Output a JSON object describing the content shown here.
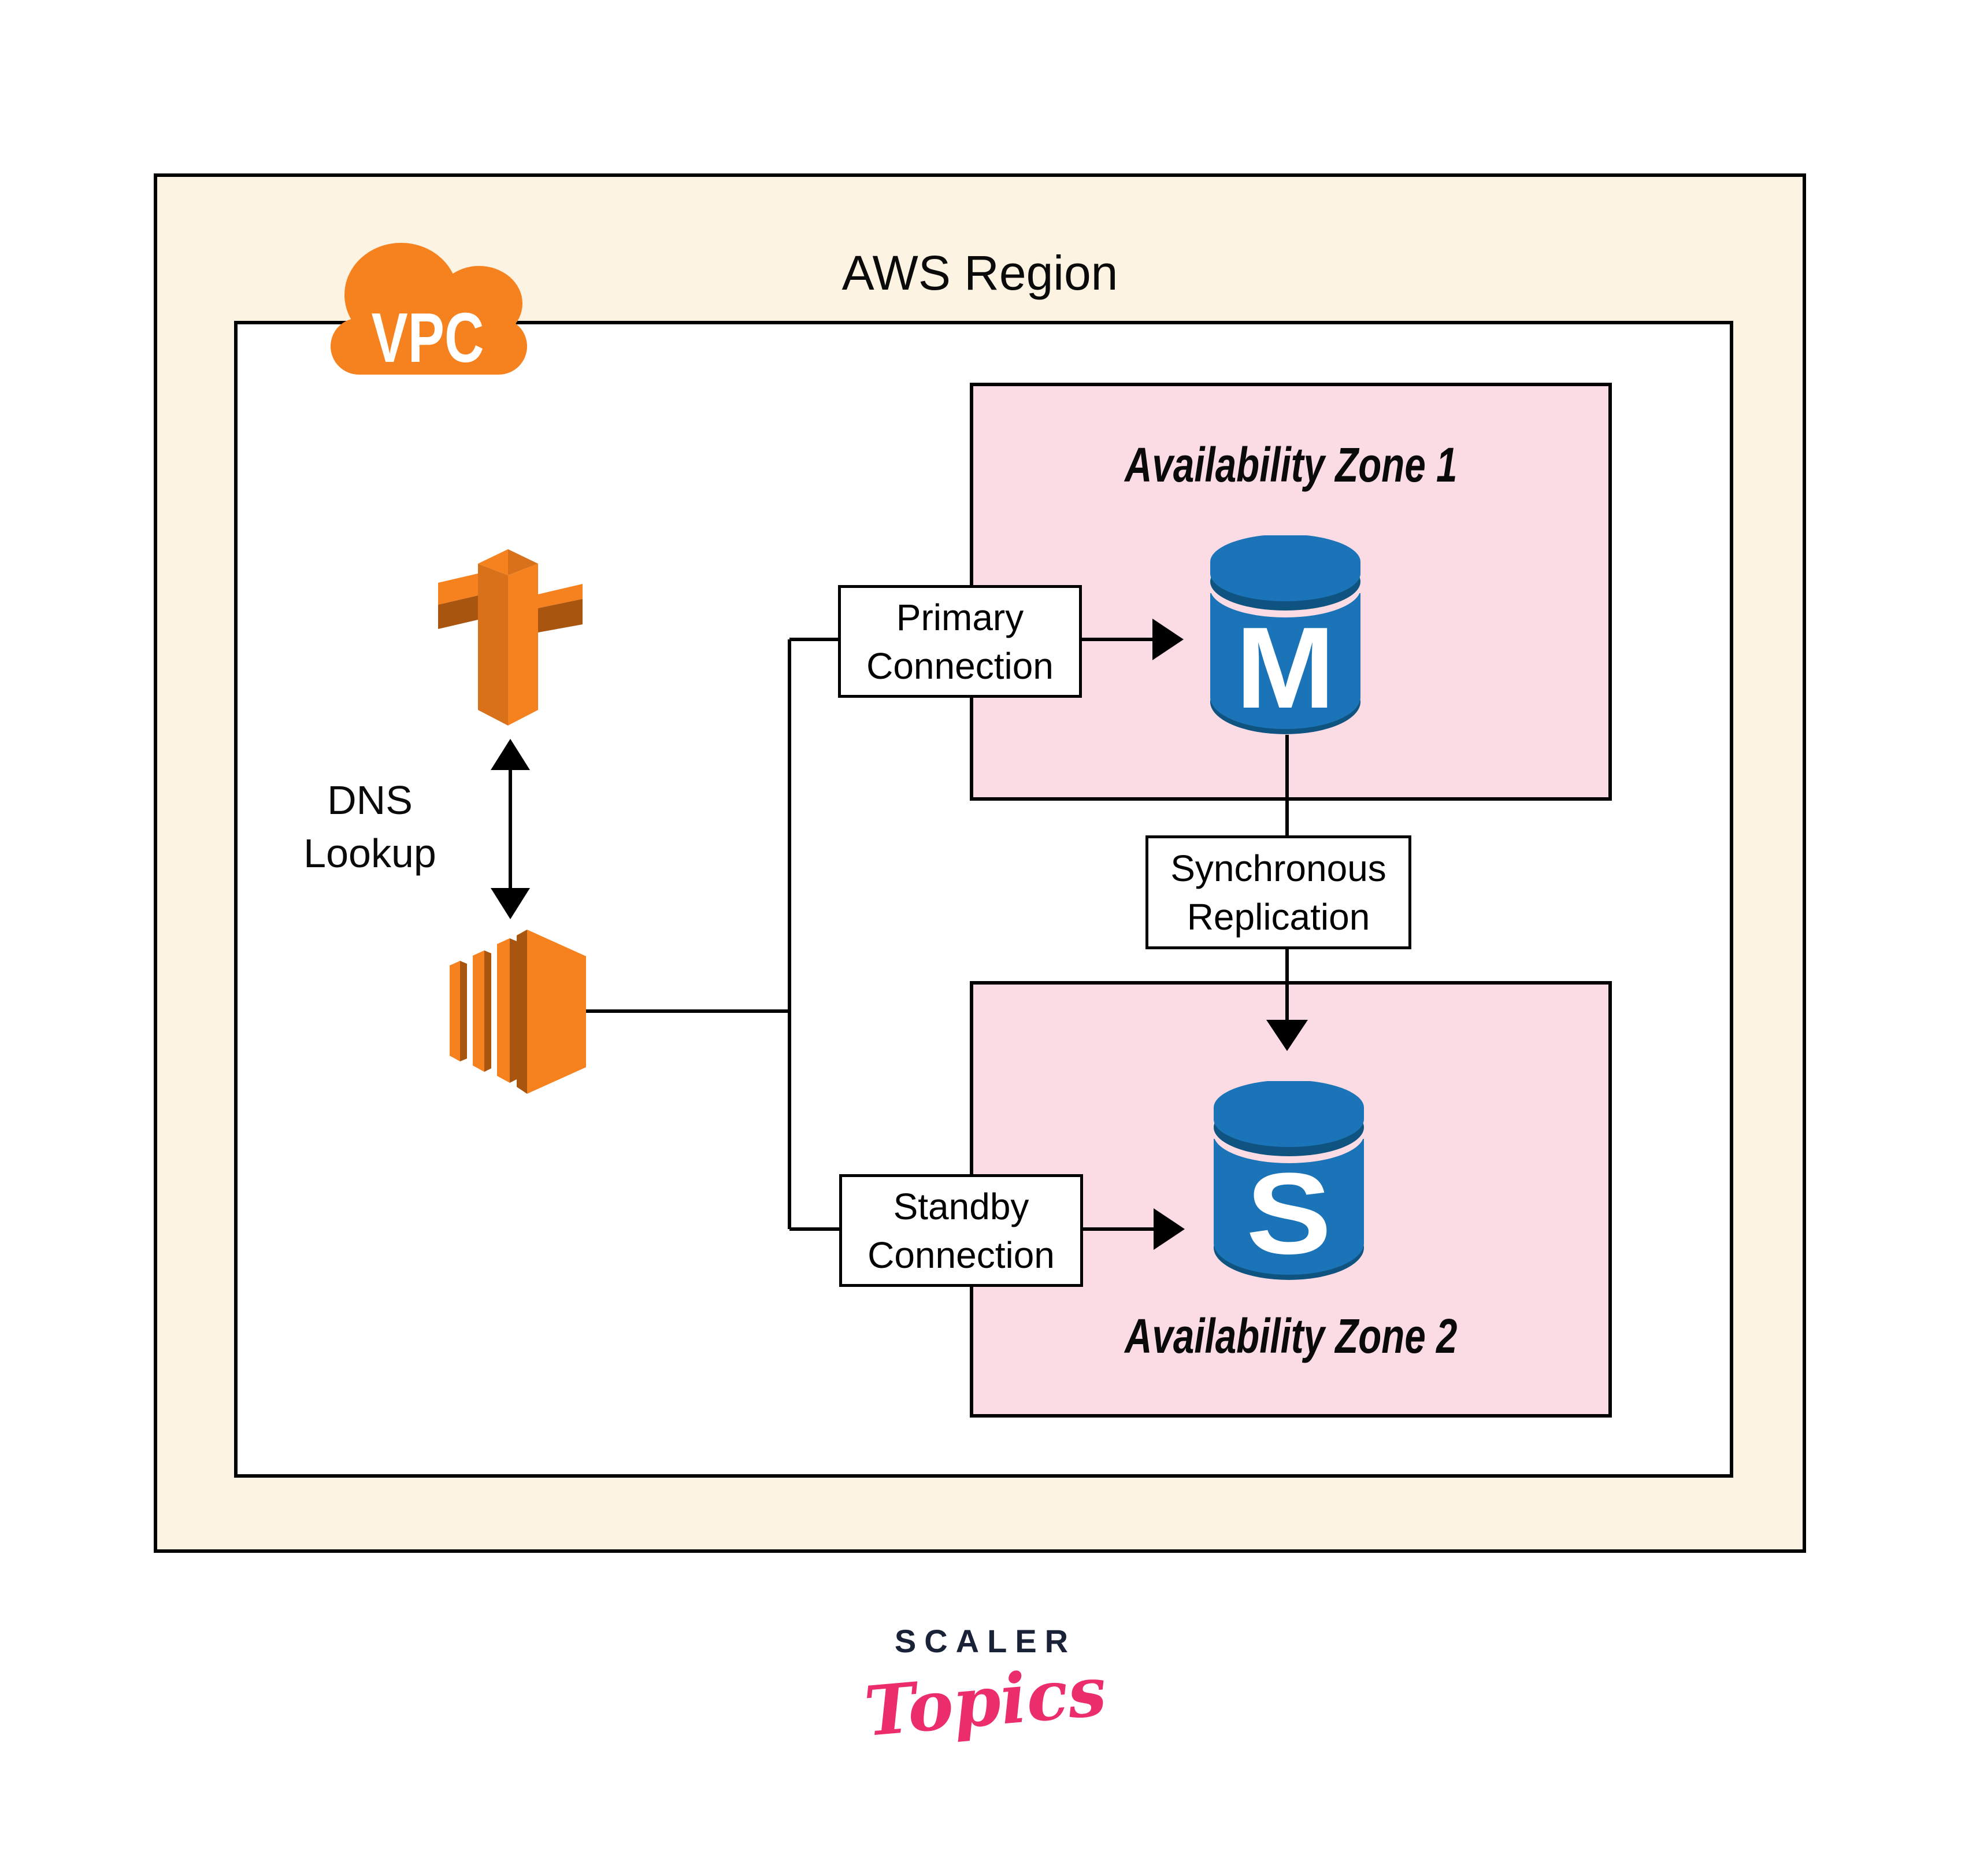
{
  "theme": {
    "page_bg": "#ffffff",
    "region_bg": "#fdf3e2",
    "zone_bg": "#fbdce4",
    "line_color": "#000000",
    "aws_orange": "#f6821f",
    "aws_orange_mid": "#d9711a",
    "aws_orange_dark": "#a8560f",
    "db_blue": "#1b74b8",
    "db_blue_dark": "#0f5380",
    "logo_navy": "#1a2238",
    "logo_pink": "#ec2d6c"
  },
  "region": {
    "label": "AWS Region"
  },
  "vpc": {
    "label": "VPC"
  },
  "zones": [
    {
      "label": "Availability Zone 1"
    },
    {
      "label": "Availability Zone 2"
    }
  ],
  "nodes": {
    "dns": {
      "lines": [
        "DNS",
        "Lookup"
      ]
    },
    "primary": {
      "lines": [
        "Primary",
        "Connection"
      ]
    },
    "standby": {
      "lines": [
        "Standby",
        "Connection"
      ]
    },
    "sync": {
      "lines": [
        "Synchronous",
        "Replication"
      ]
    },
    "master_db": {
      "letter": "M"
    },
    "standby_db": {
      "letter": "S"
    }
  },
  "icons": {
    "vpc": "vpc-cloud-icon",
    "route53": "route53-icon",
    "elb": "load-balancer-icon",
    "master": "master-db-cylinder-icon",
    "standby": "standby-db-cylinder-icon"
  },
  "logo": {
    "scaler": "SCALER",
    "topics": "Topics"
  }
}
